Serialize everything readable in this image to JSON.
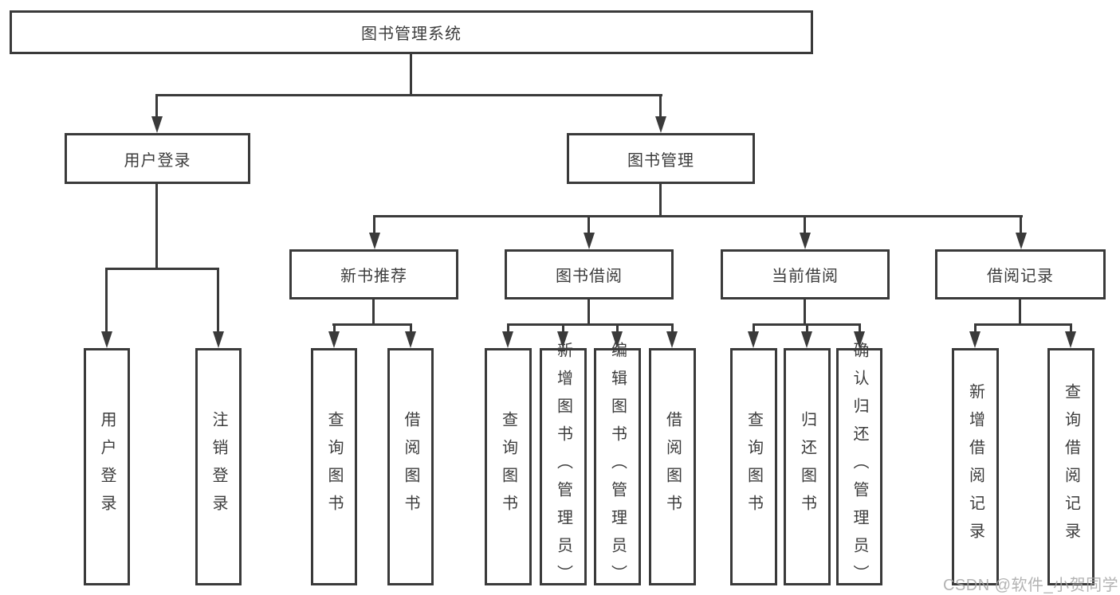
{
  "diagram": {
    "type": "hierarchy-tree",
    "nodes": {
      "root": "图书管理系统",
      "l2": [
        {
          "label": "用户登录"
        },
        {
          "label": "图书管理"
        }
      ],
      "l3": [
        {
          "label": "新书推荐"
        },
        {
          "label": "图书借阅"
        },
        {
          "label": "当前借阅"
        },
        {
          "label": "借阅记录"
        }
      ],
      "l4": [
        {
          "label": "用户登录",
          "parent": "用户登录"
        },
        {
          "label": "注销登录",
          "parent": "用户登录"
        },
        {
          "label": "查询图书",
          "parent": "新书推荐"
        },
        {
          "label": "借阅图书",
          "parent": "新书推荐"
        },
        {
          "label": "查询图书",
          "parent": "图书借阅"
        },
        {
          "label": "新增图书（管理员）",
          "parent": "图书借阅"
        },
        {
          "label": "编辑图书（管理员）",
          "parent": "图书借阅"
        },
        {
          "label": "借阅图书",
          "parent": "图书借阅"
        },
        {
          "label": "查询图书",
          "parent": "当前借阅"
        },
        {
          "label": "归还图书",
          "parent": "当前借阅"
        },
        {
          "label": "确认归还（管理员）",
          "parent": "当前借阅"
        },
        {
          "label": "新增借阅记录",
          "parent": "借阅记录"
        },
        {
          "label": "查询借阅记录",
          "parent": "借阅记录"
        }
      ]
    },
    "colors": {
      "line": "#3a3a3a",
      "text": "#3c3c3c",
      "background": "#ffffff",
      "watermark_text": "#a6a6a6"
    }
  },
  "watermark": {
    "text": "CSDN @软件_小贺同学"
  }
}
